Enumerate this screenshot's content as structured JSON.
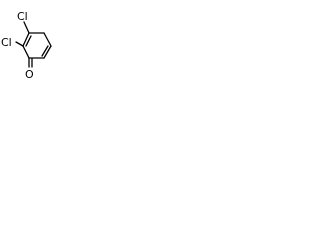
{
  "molecule": {
    "atoms": {
      "chlorine_top": "Cl",
      "chlorine_left": "Cl",
      "oxygen": "O"
    }
  }
}
